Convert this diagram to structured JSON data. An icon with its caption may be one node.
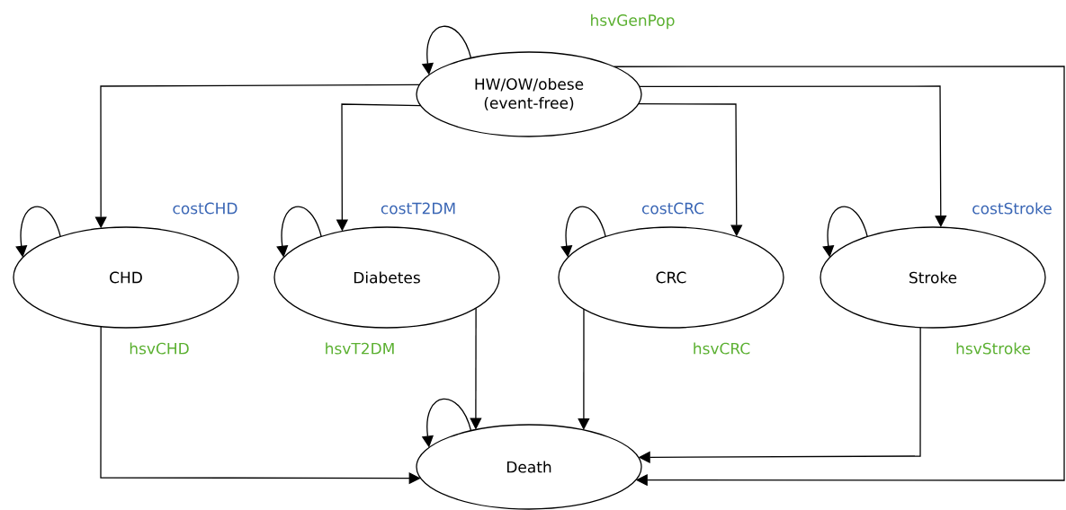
{
  "diagram": {
    "nodes": [
      {
        "text": [
          "HW/OW/obese (event-free)"
        ],
        "beside": [
          "hsvGenPop"
        ]
      },
      {
        "text": [
          "CHD"
        ],
        "beside": [
          "costCHD",
          "hsvCHD"
        ]
      },
      {
        "text": [
          "Diabetes"
        ],
        "beside": [
          "costT2DM",
          "hsvT2DM"
        ]
      },
      {
        "text": [
          "CRC"
        ],
        "beside": [
          "costCRC",
          "hsvCRC"
        ]
      },
      {
        "text": [
          "Stroke"
        ],
        "beside": [
          "costStroke",
          "hsvStroke"
        ]
      },
      {
        "text": [
          "Death"
        ]
      }
    ],
    "edges": [
      {
        "from": 0,
        "to": 0,
        "arrow": "to"
      },
      {
        "from": 0,
        "to": 1,
        "arrow": "to"
      },
      {
        "from": 0,
        "to": 2,
        "arrow": "to"
      },
      {
        "from": 0,
        "to": 3,
        "arrow": "to"
      },
      {
        "from": 0,
        "to": 4,
        "arrow": "to"
      },
      {
        "from": 0,
        "to": 5,
        "arrow": "to"
      },
      {
        "from": 1,
        "to": 1,
        "arrow": "to"
      },
      {
        "from": 2,
        "to": 2,
        "arrow": "to"
      },
      {
        "from": 3,
        "to": 3,
        "arrow": "to"
      },
      {
        "from": 4,
        "to": 4,
        "arrow": "to"
      },
      {
        "from": 1,
        "to": 5,
        "arrow": "to"
      },
      {
        "from": 2,
        "to": 5,
        "arrow": "to"
      },
      {
        "from": 3,
        "to": 5,
        "arrow": "to"
      },
      {
        "from": 4,
        "to": 5,
        "arrow": "to"
      },
      {
        "from": 5,
        "to": 5,
        "arrow": "to"
      }
    ]
  }
}
